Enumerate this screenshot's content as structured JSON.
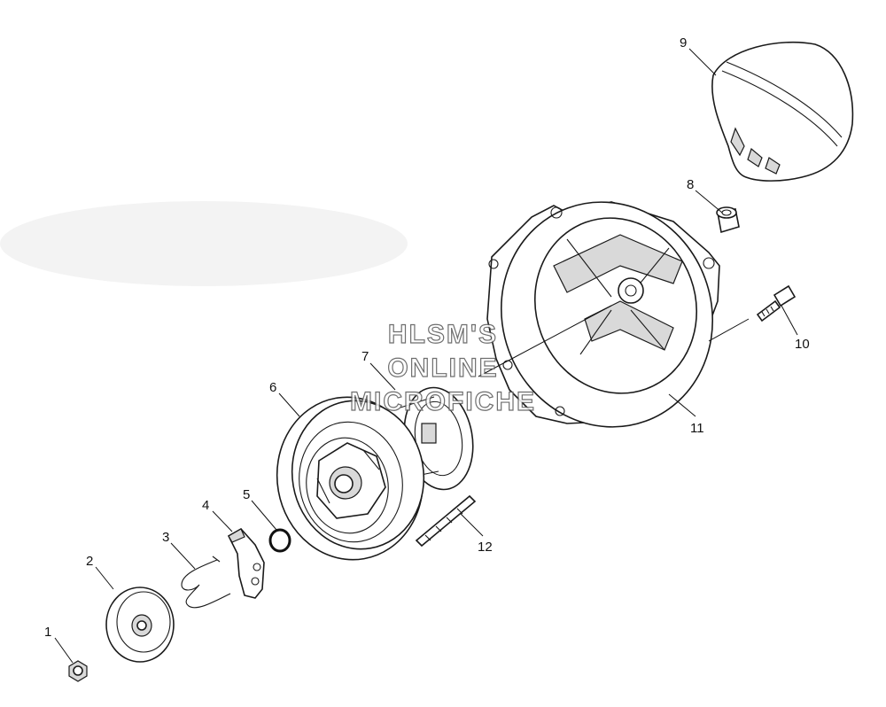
{
  "diagram": {
    "callouts": [
      "1",
      "2",
      "3",
      "4",
      "5",
      "6",
      "7",
      "8",
      "9",
      "10",
      "11",
      "12"
    ],
    "parts": [
      {
        "id": "1",
        "name": "nut"
      },
      {
        "id": "2",
        "name": "cover-plate"
      },
      {
        "id": "3",
        "name": "spring-clip"
      },
      {
        "id": "4",
        "name": "ratchet-pawl"
      },
      {
        "id": "5",
        "name": "snap-ring"
      },
      {
        "id": "6",
        "name": "rope-pulley"
      },
      {
        "id": "7",
        "name": "recoil-spring-case"
      },
      {
        "id": "8",
        "name": "rope-bushing"
      },
      {
        "id": "9",
        "name": "starter-handle"
      },
      {
        "id": "10",
        "name": "bolt"
      },
      {
        "id": "11",
        "name": "starter-housing"
      },
      {
        "id": "12",
        "name": "starter-rope"
      }
    ]
  },
  "watermark": {
    "line1": "HLSM'S",
    "line2": "ONLINE",
    "line3": "MICROFICHE"
  }
}
